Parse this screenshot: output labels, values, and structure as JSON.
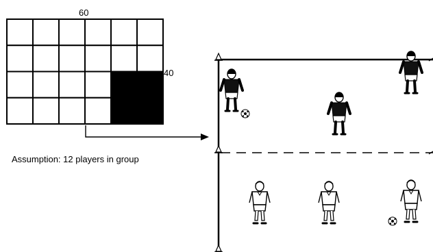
{
  "grid": {
    "width_label": "60",
    "height_label": "40",
    "rows": 4,
    "cols": 6,
    "filled_cells": [
      [
        2,
        4
      ],
      [
        2,
        5
      ],
      [
        3,
        4
      ],
      [
        3,
        5
      ]
    ],
    "fill_color": "#000000",
    "line_color": "#000000"
  },
  "assumption_text": "Assumption: 12 players in group",
  "field": {
    "line_color": "#000000",
    "cone_icon": "cone-icon",
    "ball_icon": "soccer-ball-icon"
  },
  "players": {
    "dark_team": {
      "count": 3,
      "kit": "dark-shirt"
    },
    "light_team": {
      "count": 3,
      "kit": "light-shirt"
    }
  }
}
